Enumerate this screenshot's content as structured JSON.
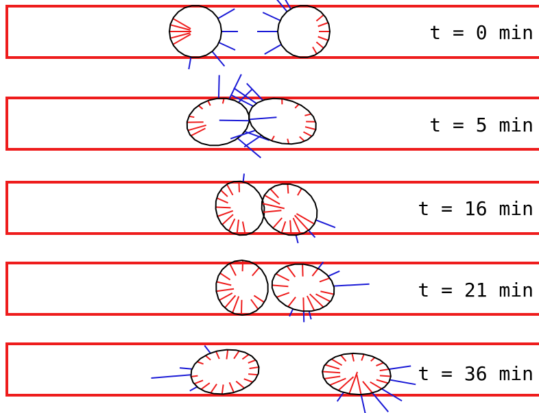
{
  "colors": {
    "channel": "#ee1c1c",
    "cell_outline": "#000000",
    "red_spike": "#ee1c1c",
    "blue_spike": "#1a1ad6",
    "label": "#000000",
    "background": "#ffffff"
  },
  "panels": [
    {
      "id": "t0",
      "label": "t = 0 min"
    },
    {
      "id": "t5",
      "label": "t = 5 min"
    },
    {
      "id": "t16",
      "label": "t = 16 min"
    },
    {
      "id": "t21",
      "label": "t = 21 min"
    },
    {
      "id": "t36",
      "label": "t = 36 min"
    }
  ]
}
